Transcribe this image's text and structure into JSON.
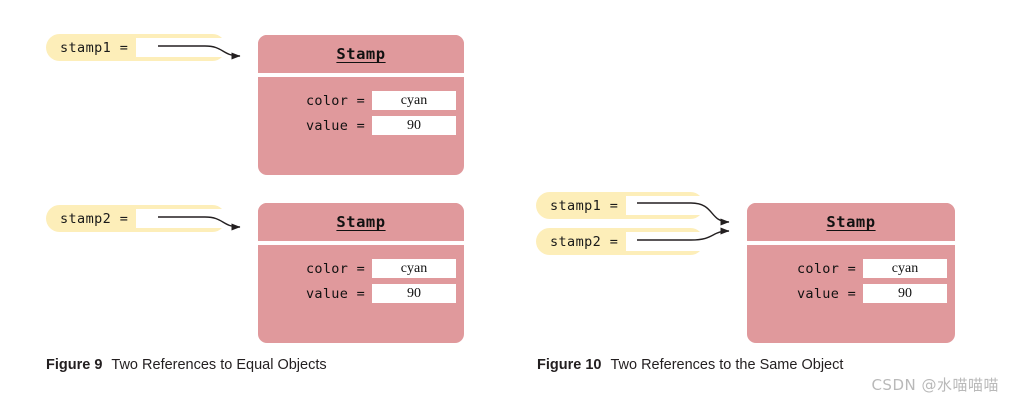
{
  "watermark": "CSDN @水喵喵喵",
  "figures": [
    {
      "id": "figure-9",
      "caption_number": "Figure 9",
      "caption_text": "Two References to Equal Objects",
      "variables": [
        {
          "label": "stamp1 =",
          "slot_value": ""
        },
        {
          "label": "stamp2 =",
          "slot_value": ""
        }
      ],
      "objects": [
        {
          "title": "Stamp",
          "fields": [
            {
              "label": "color =",
              "value": "cyan"
            },
            {
              "label": "value =",
              "value": "90"
            }
          ]
        },
        {
          "title": "Stamp",
          "fields": [
            {
              "label": "color =",
              "value": "cyan"
            },
            {
              "label": "value =",
              "value": "90"
            }
          ]
        }
      ]
    },
    {
      "id": "figure-10",
      "caption_number": "Figure 10",
      "caption_text": "Two References to the Same Object",
      "variables": [
        {
          "label": "stamp1 =",
          "slot_value": ""
        },
        {
          "label": "stamp2 =",
          "slot_value": ""
        }
      ],
      "objects": [
        {
          "title": "Stamp",
          "fields": [
            {
              "label": "color =",
              "value": "cyan"
            },
            {
              "label": "value =",
              "value": "90"
            }
          ]
        }
      ]
    }
  ],
  "colors": {
    "object_box": "#e0999c",
    "variable_pill": "#fdeeb9",
    "slot": "#ffffff",
    "arrow": "#231f20",
    "caption": "#231f20",
    "watermark": "#b9b9b9"
  }
}
